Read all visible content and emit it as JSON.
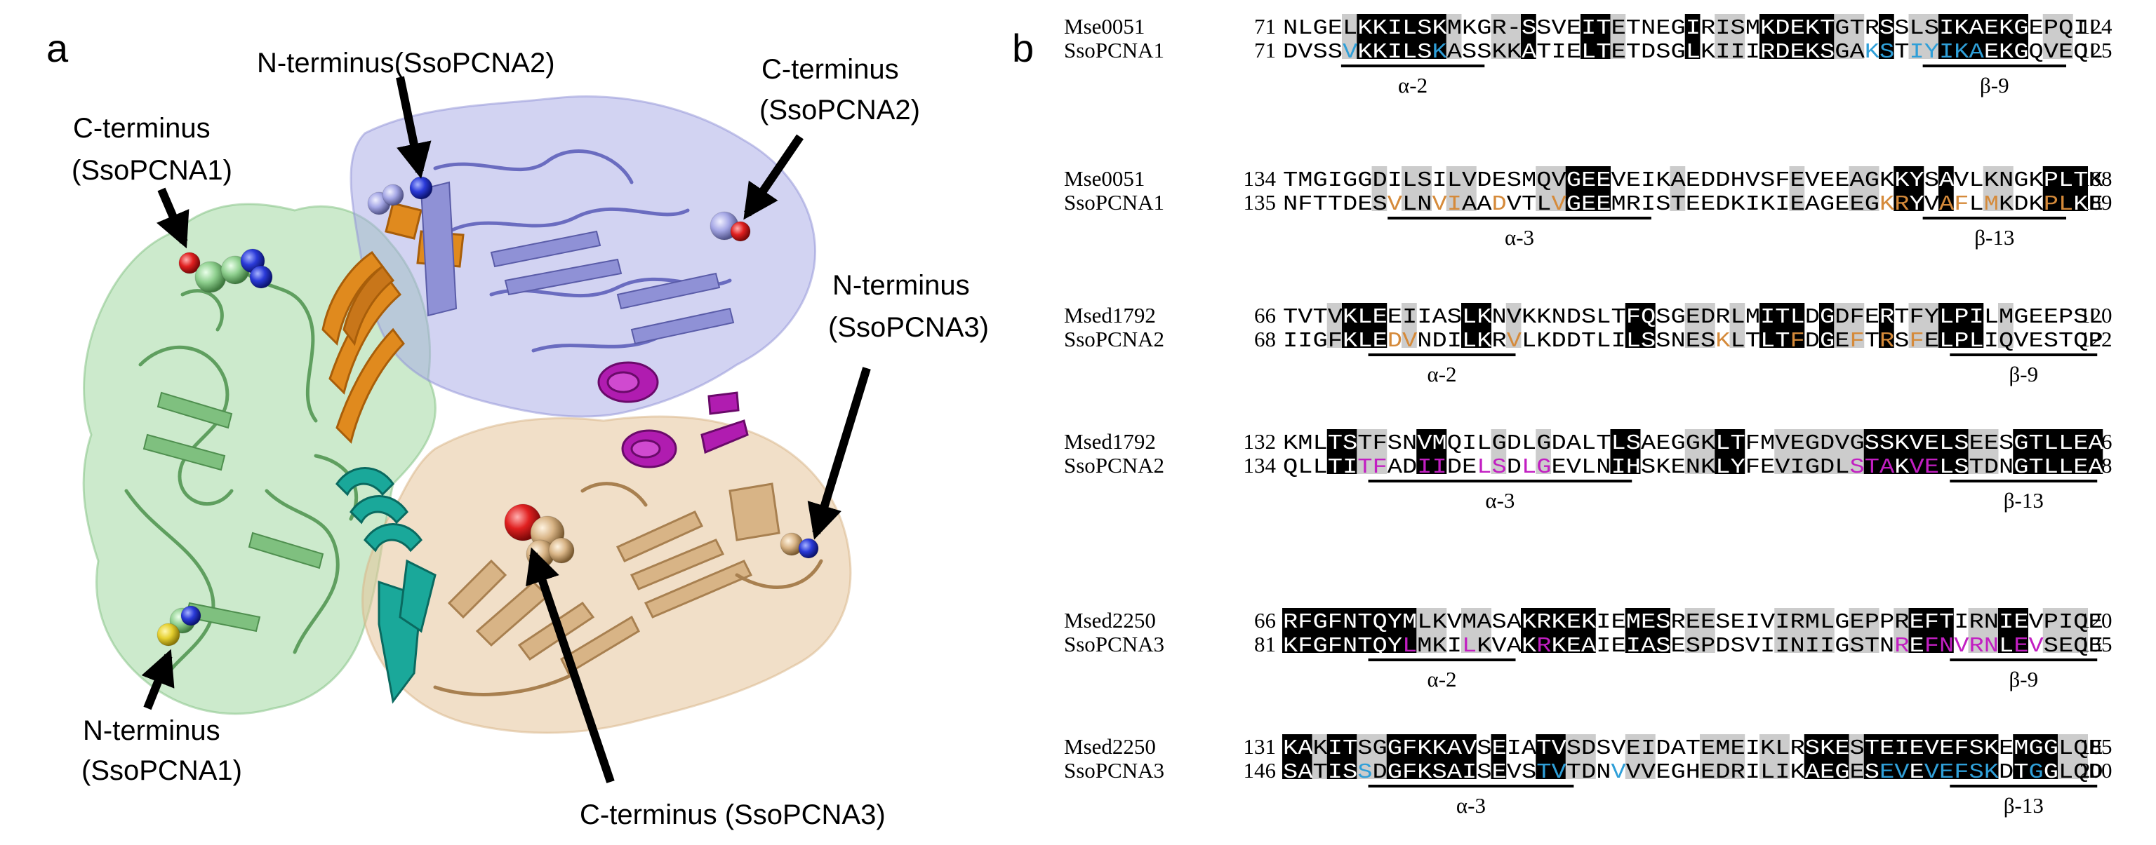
{
  "panel_a": {
    "label": "a",
    "annotations": {
      "n_term_2": "N-terminus(SsoPCNA2)",
      "c_term_2_l1": "C-terminus",
      "c_term_2_l2": "(SsoPCNA2)",
      "c_term_1_l1": "C-terminus",
      "c_term_1_l2": "(SsoPCNA1)",
      "n_term_3_l1": "N-terminus",
      "n_term_3_l2": "(SsoPCNA3)",
      "n_term_1_l1": "N-terminus",
      "n_term_1_l2": "(SsoPCNA1)",
      "c_term_3": "C-terminus (SsoPCNA3)"
    },
    "colors": {
      "pcna1": "#8fd08f",
      "pcna2": "#a6a8e6",
      "pcna3": "#e6c59a",
      "orange": "#e08a1e",
      "teal": "#1aa89a",
      "magenta": "#b01cb0",
      "oxygen": "#e02020",
      "nitrogen": "#2a3ad8",
      "sulfur": "#e6d030"
    }
  },
  "panel_b": {
    "label": "b",
    "colors": {
      "identical": "#000000",
      "similar": "#cccccc",
      "cyan": "#2f9fd8",
      "orange": "#d58a3a",
      "magenta": "#c21fc2"
    },
    "blocks": [
      {
        "top": "Mse0051",
        "bot": "SsoPCNA1",
        "ts": "71",
        "bs": "71",
        "te": "124",
        "be": "125",
        "tseq": "NLGELKKILSKMKGR-SSVEITETNEGIRISMKDEKTGTRSSLSIKAEKGEPQIL",
        "bseq": "DVSSVKKILSKASSKKATIELTETDSGLKIIIRDEKSGAKSTIYIKAEKGQVEQL",
        "labels": [
          "α-2",
          "β-9"
        ]
      },
      {
        "top": "Mse0051",
        "bot": "SsoPCNA1",
        "ts": "134",
        "bs": "135",
        "te": "188",
        "be": "189",
        "tseq": "TMGIGGDILSILVDESMQVGEEVEIKAEDDHVSFEVEEAGKKYSAVLKNGKPLTK",
        "bseq": "NFTTDESVLNVIAADVTLVGEEMRISTEEDKIKIEAGEEGKRYVAFLMKDKPLKE",
        "labels": [
          "α-3",
          "β-13"
        ]
      },
      {
        "top": "Msed1792",
        "bot": "SsoPCNA2",
        "ts": "66",
        "bs": "68",
        "te": "120",
        "be": "122",
        "tseq": "TVTVKLEEIIASLKNVKKNDSLTFQSGEDRLMITLDGDFERTFYLPILMGEEPSL",
        "bseq": "IIGFKLEDVNDILKRVLKDDTLILSSNESKLTLTFDGEFTRSFELPLIQVESTQP",
        "labels": [
          "α-2",
          "β-9"
        ]
      },
      {
        "top": "Msed1792",
        "bot": "SsoPCNA2",
        "ts": "132",
        "bs": "134",
        "te": "186",
        "be": "188",
        "tseq": "KMLTSTFSNVMQILGDLGDALTLSAEGGKLTFMVEGDVGSSKVELSEESGTLLEA",
        "bseq": "QLLTITFADIIDELSDLGEVLNIHSKENKLYFEVIGDLSTAKVELSTDNGTLLEA",
        "labels": [
          "α-3",
          "β-13"
        ]
      },
      {
        "top": "Msed2250",
        "bot": "SsoPCNA3",
        "ts": "66",
        "bs": "81",
        "te": "120",
        "be": "135",
        "tseq": "RFGFNTQYMLKVMASAKRKEKIEMESREESEIVIRMLGEPPREFTIRNIEVPIQE",
        "bseq": "KFGFNTQYLMKILKVAKRKEAIEIASESPDSVIINIIGSTNREFNVRNLEVSEQE",
        "labels": [
          "α-2",
          "β-9"
        ]
      },
      {
        "top": "Msed2250",
        "bot": "SsoPCNA3",
        "ts": "131",
        "bs": "146",
        "te": "185",
        "be": "200",
        "tseq": "KAKITSGGFKKAVSEIATVSDSVEIDATEMEIKLRSKESTEIEVEFSKEMGGLQE",
        "bseq": "SATISSDGFKSAISEVSTVTDNVVVEGHEDRILIKAEGESEVEVEFSKDTGGLQD",
        "labels": [
          "α-3",
          "β-13"
        ]
      }
    ]
  }
}
